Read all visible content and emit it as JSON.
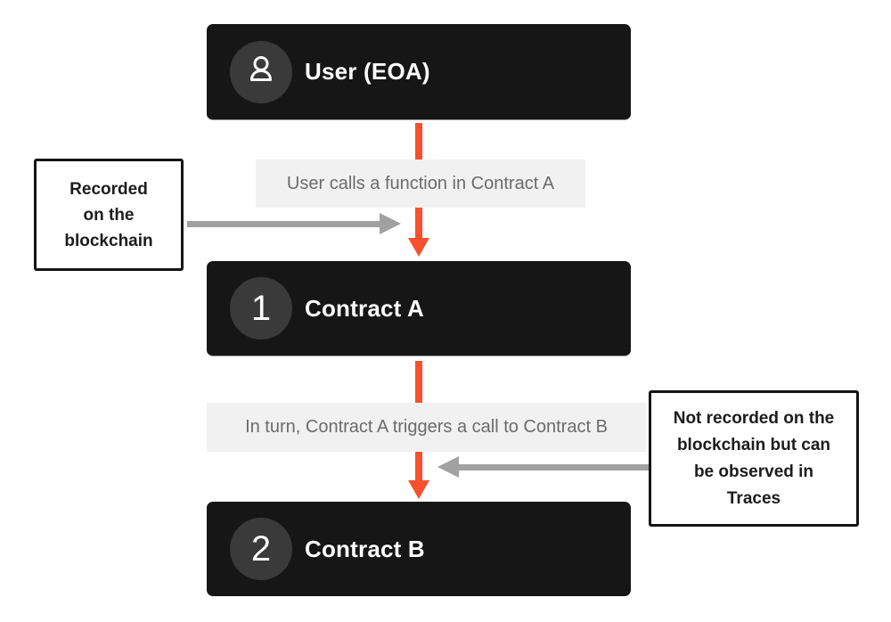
{
  "diagram": {
    "subject": "smart-contract-call-flow"
  },
  "colors": {
    "node_bg": "#161616",
    "badge_bg": "#3a3a3a",
    "node_text": "#ffffff",
    "arrow_orange": "#f9502e",
    "arrow_gray": "#a1a1a1",
    "flow_label_bg": "#f1f1f1",
    "flow_label_text": "#6b6b6b",
    "annotation_border": "#141414",
    "annotation_text": "#1c1c1c"
  },
  "nodes": [
    {
      "id": "user-eoa",
      "icon": "user-icon",
      "badge": "",
      "label": "User (EOA)"
    },
    {
      "id": "contract-a",
      "icon": "",
      "badge": "1",
      "label": "Contract A"
    },
    {
      "id": "contract-b",
      "icon": "",
      "badge": "2",
      "label": "Contract B"
    }
  ],
  "flow_labels": [
    {
      "text": "User calls a function in Contract A"
    },
    {
      "text": "In turn, Contract A triggers a call to Contract B"
    }
  ],
  "annotations": {
    "left": {
      "text": "Recorded on the blockchain",
      "lines": [
        "Recorded",
        "on the",
        "blockchain"
      ]
    },
    "right": {
      "text": "Not recorded on the blockchain but can be observed in Traces",
      "lines": [
        "Not recorded on the",
        "blockchain but can",
        "be observed in",
        "Traces"
      ]
    }
  }
}
